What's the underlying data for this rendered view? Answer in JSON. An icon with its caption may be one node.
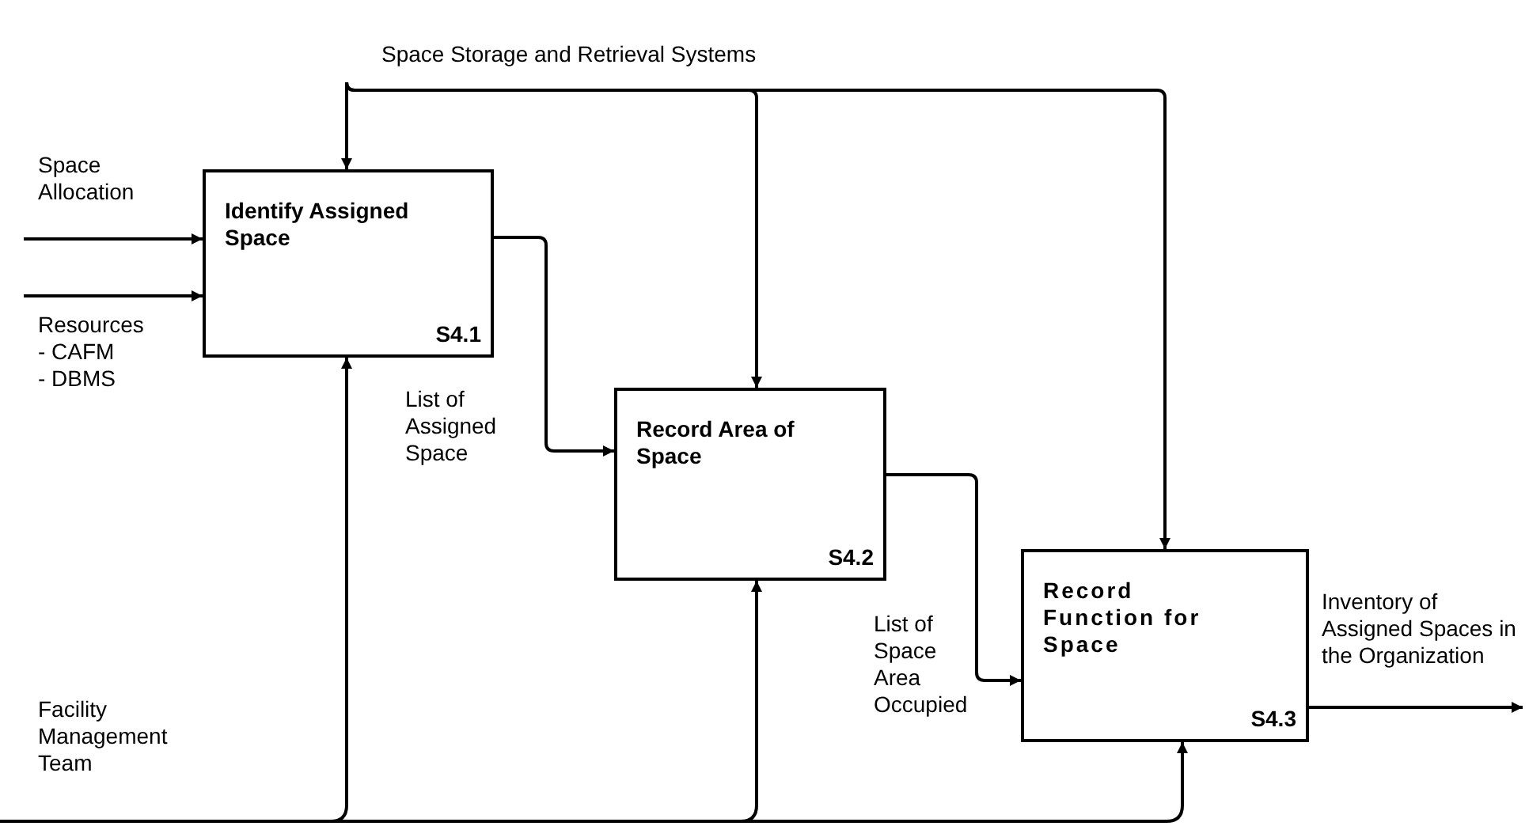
{
  "diagram": {
    "nodes": [
      {
        "text": [
          "Identify Assigned Space",
          "S4.1"
        ]
      },
      {
        "text": [
          "Record Area of Space",
          "S4.2"
        ]
      },
      {
        "text": [
          "Record Function for Space",
          "S4.3"
        ]
      },
      {
        "text": [
          "Space Allocation"
        ]
      },
      {
        "text": [
          "Resources",
          "- CAFM",
          "- DBMS"
        ]
      },
      {
        "text": [
          "Space Storage and Retrieval Systems"
        ]
      },
      {
        "text": [
          "Inventory of Assigned Spaces in the Organization"
        ]
      },
      {
        "text": [
          "Facility Management Team"
        ]
      }
    ],
    "edges": [
      {
        "from": 5,
        "to": 0,
        "arrow": "to"
      },
      {
        "from": 5,
        "to": 1,
        "arrow": "to"
      },
      {
        "from": 5,
        "to": 2,
        "arrow": "to"
      },
      {
        "from": 3,
        "to": 0,
        "arrow": "to"
      },
      {
        "from": 4,
        "to": 0,
        "arrow": "to"
      },
      {
        "from": 0,
        "to": 1,
        "arrow": "to",
        "label": "List of Assigned Space"
      },
      {
        "from": 1,
        "to": 2,
        "arrow": "to",
        "label": "List of Space Area Occupied"
      },
      {
        "from": 2,
        "to": 6,
        "arrow": "to"
      },
      {
        "from": 7,
        "to": 0,
        "arrow": "to"
      },
      {
        "from": 7,
        "to": 1,
        "arrow": "to"
      },
      {
        "from": 7,
        "to": 2,
        "arrow": "to"
      }
    ]
  }
}
